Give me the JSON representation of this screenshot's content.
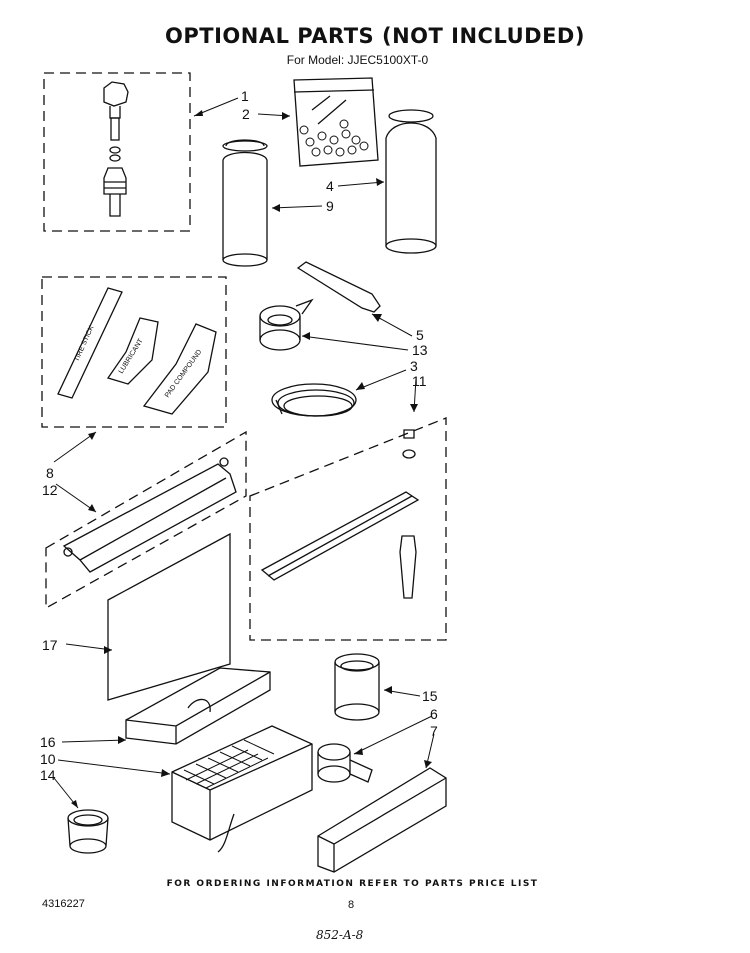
{
  "header": {
    "title": "OPTIONAL PARTS (NOT INCLUDED)",
    "subtitle": "For Model: JJEC5100XT-0"
  },
  "callouts": [
    {
      "id": "1",
      "label": "1"
    },
    {
      "id": "2",
      "label": "2"
    },
    {
      "id": "4",
      "label": "4"
    },
    {
      "id": "9",
      "label": "9"
    },
    {
      "id": "5",
      "label": "5"
    },
    {
      "id": "13",
      "label": "13"
    },
    {
      "id": "3",
      "label": "3"
    },
    {
      "id": "11",
      "label": "11"
    },
    {
      "id": "8",
      "label": "8"
    },
    {
      "id": "12",
      "label": "12"
    },
    {
      "id": "17",
      "label": "17"
    },
    {
      "id": "15",
      "label": "15"
    },
    {
      "id": "6",
      "label": "6"
    },
    {
      "id": "7",
      "label": "7"
    },
    {
      "id": "16",
      "label": "16"
    },
    {
      "id": "10",
      "label": "10"
    },
    {
      "id": "14",
      "label": "14"
    }
  ],
  "kit_labels": {
    "tube_stick": "TIRE STICK",
    "tube_a": "LUBRICANT",
    "tube_b": "PAD COMPOUND"
  },
  "footer": {
    "ordering_note": "FOR ORDERING INFORMATION REFER TO PARTS PRICE LIST",
    "doc_number": "4316227",
    "page_number": "8",
    "handwritten": "852-A-8"
  }
}
